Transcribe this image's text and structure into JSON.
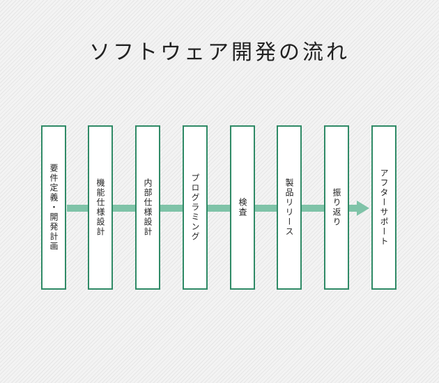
{
  "title": "ソフトウェア開発の流れ",
  "steps": [
    {
      "label": "要件定義・開発計画"
    },
    {
      "label": "機能仕様設計"
    },
    {
      "label": "内部仕様設計"
    },
    {
      "label": "プログラミング"
    },
    {
      "label": "検査"
    },
    {
      "label": "製品リリース"
    },
    {
      "label": "振り返り"
    },
    {
      "label": "アフターサポート"
    }
  ],
  "colors": {
    "box_border": "#2f8a66",
    "arrow": "#7fc3a8",
    "text": "#222222"
  }
}
